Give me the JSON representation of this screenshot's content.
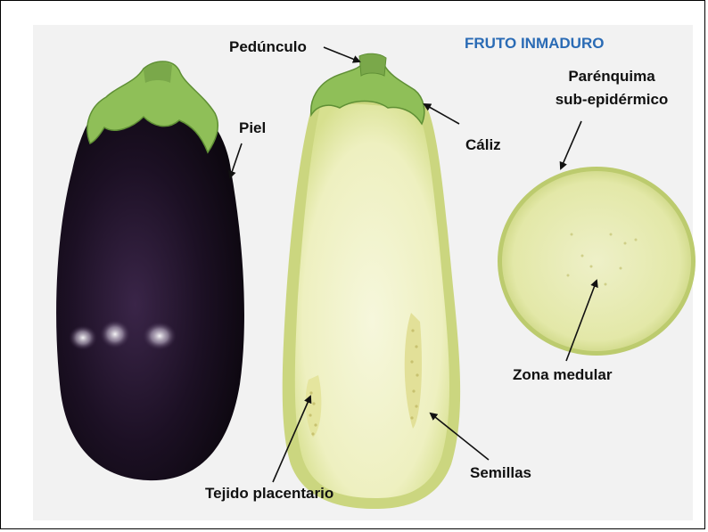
{
  "title": "FRUTO INMADURO",
  "labels": {
    "pedunculo": "Pedúnculo",
    "piel": "Piel",
    "caliz": "Cáliz",
    "parenquima_line1": "Parénquima",
    "parenquima_line2": "sub-epidérmico",
    "zona_medular": "Zona medular",
    "semillas": "Semillas",
    "tejido_placentario": "Tejido placentario"
  },
  "colors": {
    "title": "#2a6bb5",
    "skin": "#1a0f22",
    "flesh": "#f0f2c8",
    "rind": "#b9c96f",
    "calyx": "#8fbf58",
    "background": "#f2f2f2"
  }
}
